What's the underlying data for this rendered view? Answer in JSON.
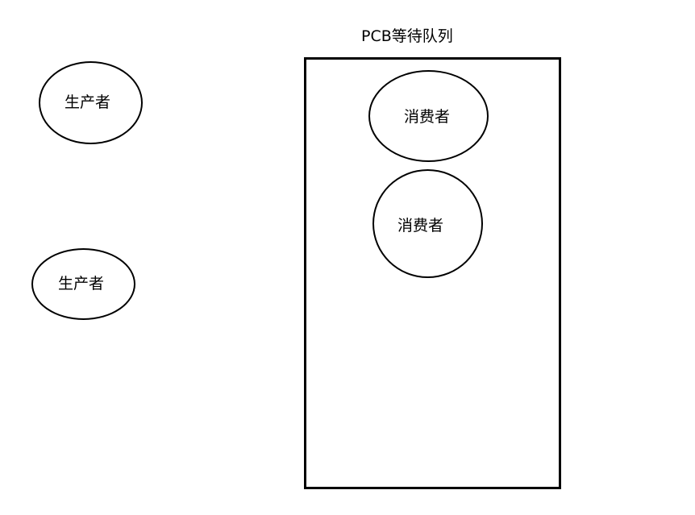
{
  "queue": {
    "title": "PCB等待队列"
  },
  "producers": [
    {
      "label": "生产者"
    },
    {
      "label": "生产者"
    }
  ],
  "consumers": [
    {
      "label": "消费者"
    },
    {
      "label": "消费者"
    }
  ]
}
